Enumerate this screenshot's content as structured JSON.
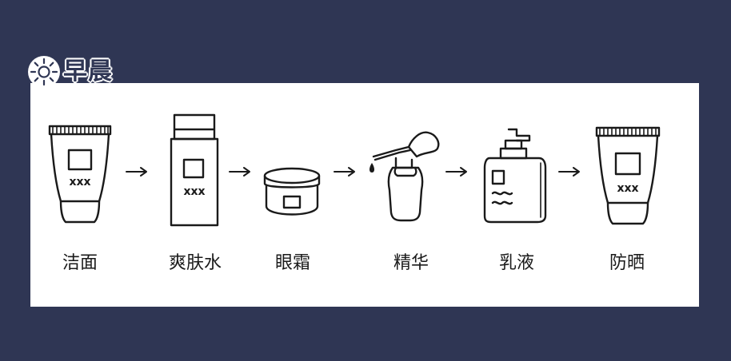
{
  "header": {
    "title": "早晨",
    "icon": "sun-icon"
  },
  "steps": [
    {
      "label": "洁面",
      "icon": "tube-icon"
    },
    {
      "label": "爽肤水",
      "icon": "toner-bottle-icon"
    },
    {
      "label": "眼霜",
      "icon": "cream-jar-icon"
    },
    {
      "label": "精华",
      "icon": "dropper-bottle-icon"
    },
    {
      "label": "乳液",
      "icon": "pump-bottle-icon"
    },
    {
      "label": "防晒",
      "icon": "tube-icon"
    }
  ],
  "product_mark": "xxx",
  "colors": {
    "background": "#2f3654",
    "panel": "#ffffff",
    "line": "#1a1a1a"
  }
}
